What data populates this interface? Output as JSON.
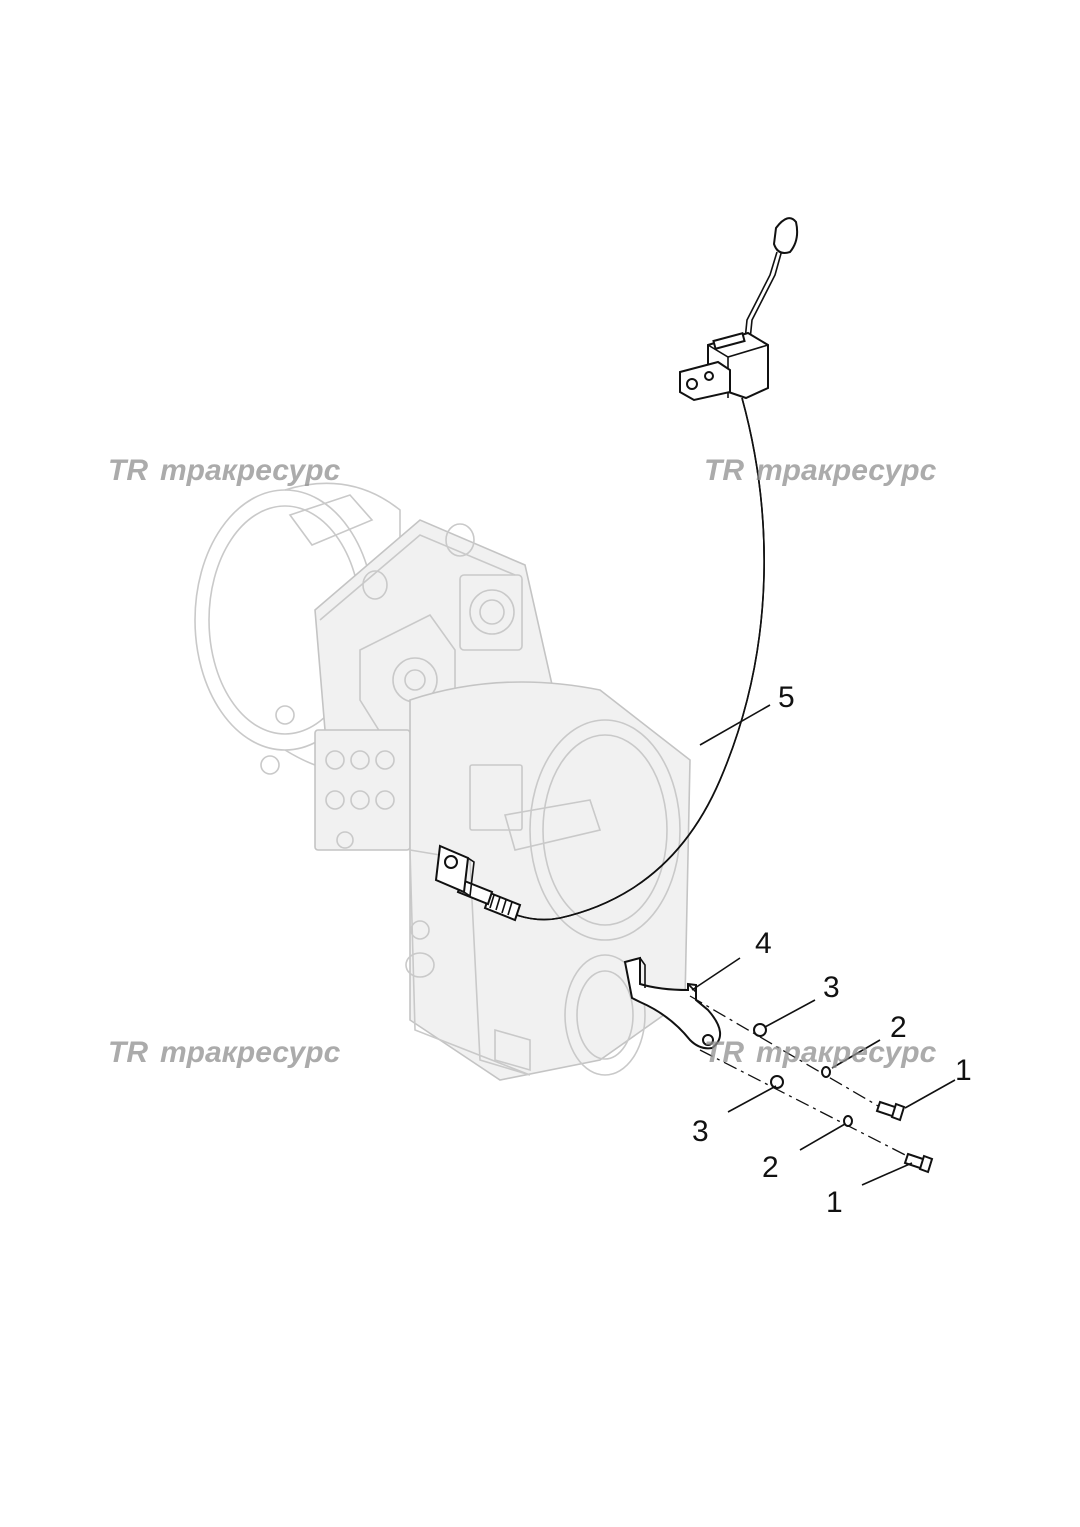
{
  "watermark": {
    "brand_mark": "TR",
    "text": "тракресурс",
    "color": "#8f8f8f"
  },
  "callouts": {
    "c5": "5",
    "c4": "4",
    "c3a": "3",
    "c2a": "2",
    "c1a": "1",
    "c3b": "3",
    "c2b": "2",
    "c1b": "1"
  },
  "colors": {
    "line": "#111111",
    "ghost": "#c9c9c9",
    "background": "#ffffff"
  }
}
